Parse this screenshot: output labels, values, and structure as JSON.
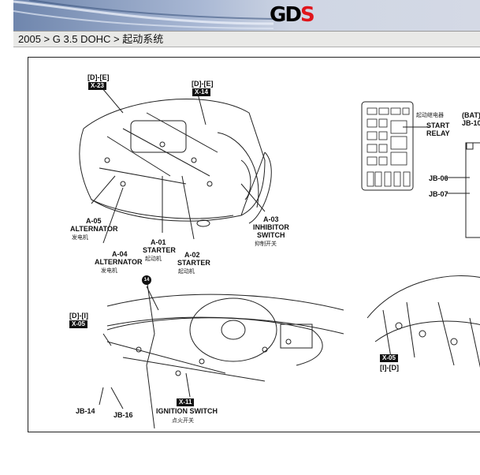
{
  "header": {
    "logo": "GDS"
  },
  "breadcrumb": "2005 > G 3.5 DOHC > 起动系统",
  "diagram": {
    "engine_bay": {
      "x23_ref": "[D]-[E]",
      "x23": "X-23",
      "x14_ref": "[D]-[E]",
      "x14": "X-14",
      "a05": {
        "code": "A-05",
        "name": "ALTERNATOR",
        "cn": "发电机"
      },
      "a04": {
        "code": "A-04",
        "name": "ALTERNATOR",
        "cn": "发电机"
      },
      "a01": {
        "code": "A-01",
        "name": "STARTER",
        "cn": "起动机"
      },
      "a02": {
        "code": "A-02",
        "name": "STARTER",
        "cn": "起动机"
      },
      "a03": {
        "code": "A-03",
        "name1": "INHIBITOR",
        "name2": "SWITCH",
        "cn": "抑制开关"
      }
    },
    "fuse_box": {
      "relay_cn": "起动继电器",
      "relay1": "START",
      "relay2": "RELAY",
      "bat": "(BAT)",
      "jb10": "JB-10",
      "jb06": "JB-06",
      "jb07": "JB-07"
    },
    "dash": {
      "marker": "14",
      "x05_ref": "[D]-[I]",
      "x05": "X-05",
      "jb14": "JB-14",
      "jb16": "JB-16",
      "x11": "X-11",
      "ign": "IGNITION SWITCH",
      "ign_cn": "点火开关"
    },
    "right_dash": {
      "x05": "X-05",
      "x05_ref": "[I]-[D]"
    }
  }
}
